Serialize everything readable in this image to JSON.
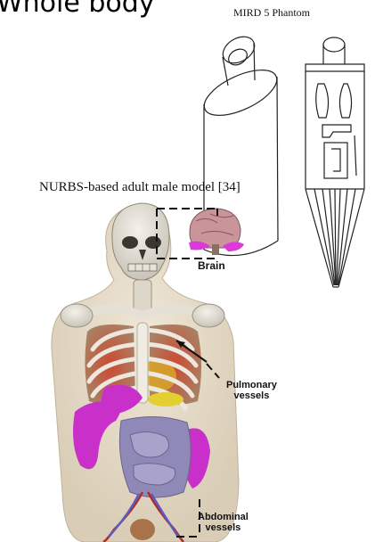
{
  "heading": "Whole body",
  "mird": {
    "title": "MIRD 5 Phantom"
  },
  "nurbs": {
    "title": "NURBS-based adult male model [34]",
    "labels": {
      "brain": "Brain",
      "pulmonary_line1": "Pulmonary",
      "pulmonary_line2": "vessels",
      "abdominal_line1": "Abdominal",
      "abdominal_line2": "vessels"
    }
  }
}
